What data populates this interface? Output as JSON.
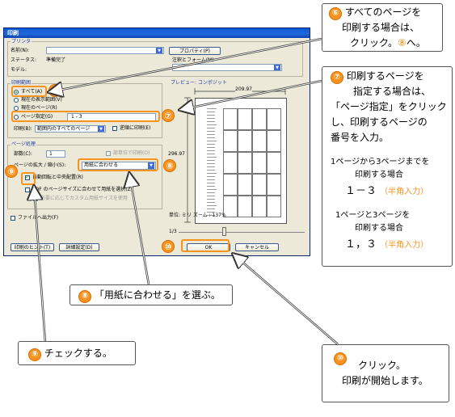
{
  "dialog": {
    "title": "印刷",
    "printer": {
      "group_label": "プリンタ",
      "name_label": "名前(N):",
      "status_label": "ステータス:",
      "status_value": "準備完了",
      "model_label": "モデル:",
      "properties_button": "プロパティ(P)",
      "comments_label": "注釈とフォーム(M)"
    },
    "range": {
      "group_label": "印刷範囲",
      "options": [
        "すべて(A)",
        "現在の表示範囲(V)",
        "現在のページ(R)",
        "ページ指定(G)"
      ],
      "pages_value": "1 - 3",
      "subset_label": "印刷(B):",
      "subset_value": "範囲内のすべてのページ",
      "reverse_label": "逆順に印刷(E)"
    },
    "handling": {
      "group_label": "ページ処理",
      "copies_label": "部数(C):",
      "copies_value": "1",
      "collate_label": "部単位で印刷(O)",
      "scaling_label": "ページの拡大 / 縮小(S):",
      "scaling_value": "用紙に合わせる",
      "autorotate_label": "自動回転と中央配置(R)",
      "pdf_paper_label": "PDF のページサイズに合わせて用紙を選択(Z)",
      "custom_paper_label": "必要に応じてカスタム用紙サイズを使用"
    },
    "print_to_file_label": "ファイルへ出力(F)",
    "preview": {
      "label": "プレビュー: コンポジット",
      "width_dim": "209.97",
      "height_dim": "296.97",
      "units_text": "単位: ミリ ズーム : 137%",
      "page_counter": "1/3"
    },
    "buttons": {
      "tips": "印刷のヒント(T)",
      "advanced": "詳細設定(D)",
      "ok": "OK",
      "cancel": "キャンセル"
    }
  },
  "annotations": {
    "n6": "⑥",
    "n7": "⑦",
    "n8": "⑧",
    "n9": "⑨",
    "n10": "⑩",
    "c6": {
      "line1": "すべてのページを",
      "line2": "印刷する場合は、",
      "line3a": "クリック。",
      "line3b": "⑧",
      "line3c": "へ。"
    },
    "c7": {
      "line1": "印刷するページを",
      "line2": "指定する場合は、",
      "line3": "「ページ指定」をクリック",
      "line4": "し、印刷するページの",
      "line5": "番号を入力。",
      "ex1_line1": "1ページから3ページまでを",
      "ex1_line2": "印刷する場合",
      "ex1_value": "１－３",
      "ex1_note": "（半角入力）",
      "ex2_line1": "1ページと3ページを",
      "ex2_line2": "印刷する場合",
      "ex2_value": "１，３",
      "ex2_note": "（半角入力）"
    },
    "c8": "「用紙に合わせる」を選ぶ。",
    "c9": "チェックする。",
    "c10": {
      "line1": "クリック。",
      "line2": "印刷が開始します。"
    }
  },
  "colors": {
    "accent": "#f7931e",
    "titlebar": "#0a5ad8",
    "dialog_bg": "#ece9d8"
  }
}
